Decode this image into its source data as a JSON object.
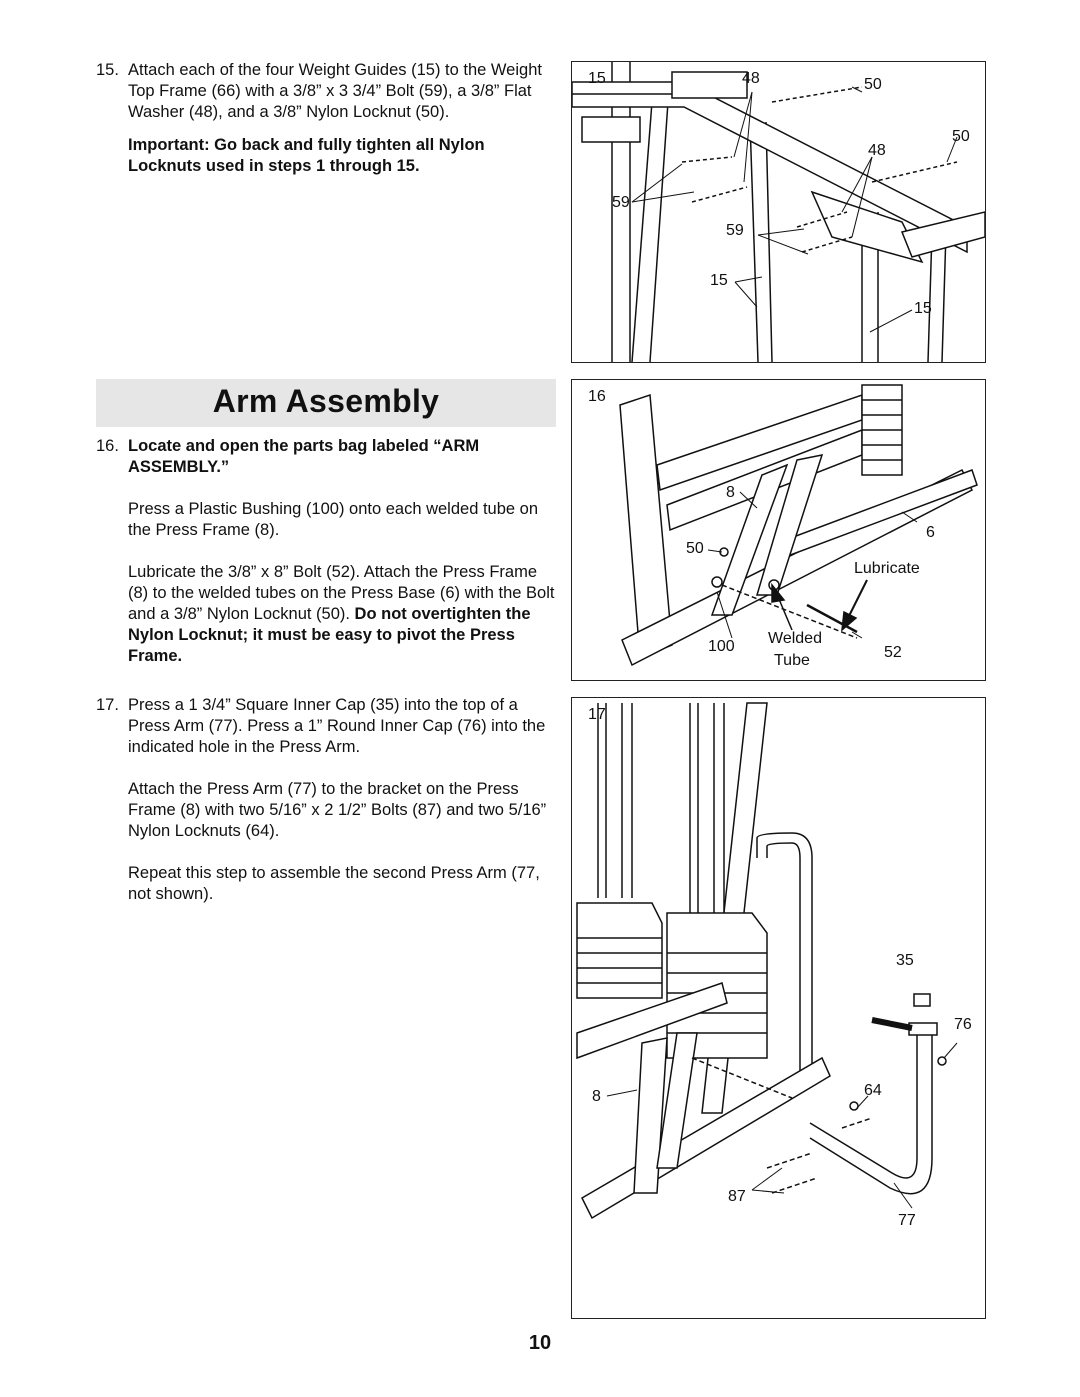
{
  "step15": {
    "number": "15.",
    "text": "Attach each of the four Weight Guides (15) to the Weight Top Frame (66) with a 3/8” x 3 3/4” Bolt (59), a 3/8” Flat Washer (48), and a 3/8” Nylon Locknut (50).",
    "important": "Important: Go back and fully tighten all Nylon Locknuts used in steps 1 through 15."
  },
  "section_title": "Arm Assembly",
  "step16": {
    "number": "16.",
    "heading": "Locate and open the parts bag labeled “ARM ASSEMBLY.”",
    "p1": "Press a Plastic Bushing (100) onto each welded tube on the Press Frame (8).",
    "p2_start": "Lubricate the 3/8” x 8” Bolt (52). Attach the Press Frame (8) to the welded tubes on the Press Base (6) with the Bolt and a 3/8” Nylon Locknut (50). ",
    "p2_bold": "Do not overtighten the Nylon Locknut; it must be easy to pivot the Press Frame."
  },
  "step17": {
    "number": "17.",
    "p1": "Press a 1 3/4” Square Inner Cap (35) into the top of a Press Arm (77). Press a 1” Round Inner Cap (76) into the indicated hole in the Press Arm.",
    "p2": "Attach the Press Arm (77) to the bracket on the Press Frame (8) with two 5/16” x 2 1/2” Bolts (87) and two 5/16” Nylon Locknuts (64).",
    "p3": "Repeat this step to assemble the second Press Arm (77, not shown)."
  },
  "figure15": {
    "step": "15",
    "labels": [
      "48",
      "50",
      "50",
      "48",
      "59",
      "59",
      "15",
      "15"
    ]
  },
  "figure16": {
    "step": "16",
    "labels": [
      "8",
      "6",
      "50",
      "Lubricate",
      "Welded",
      "Tube",
      "100",
      "52"
    ]
  },
  "figure17": {
    "step": "17",
    "labels": [
      "35",
      "76",
      "64",
      "8",
      "87",
      "77"
    ]
  },
  "page_number": "10"
}
